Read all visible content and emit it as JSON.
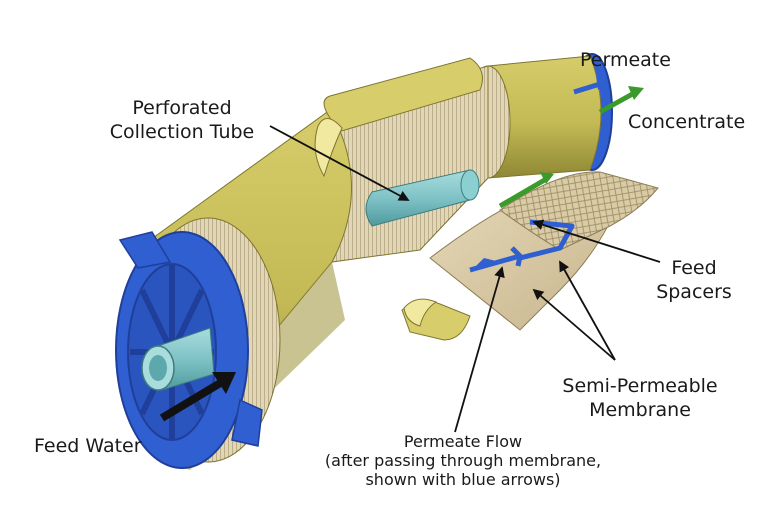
{
  "labels": {
    "permeate": "Permeate",
    "concentrate": "Concentrate",
    "perforated_line1": "Perforated",
    "perforated_line2": "Collection Tube",
    "feed_spacers_line1": "Feed",
    "feed_spacers_line2": "Spacers",
    "membrane_line1": "Semi-Permeable",
    "membrane_line2": "Membrane",
    "feed_water": "Feed Water",
    "permeate_flow": "Permeate Flow",
    "permeate_flow_note_line1": "(after passing through membrane,",
    "permeate_flow_note_line2": "shown with blue arrows)"
  },
  "colors": {
    "shell": "#c9c05a",
    "shell_dark": "#a8a040",
    "cap": "#2f5fd0",
    "cap_dark": "#1f3f9a",
    "tube": "#7fc3c6",
    "membrane": "#d8c8a4",
    "permeate_arrow": "#2f5fd0",
    "concentrate_arrow": "#3a9a2a",
    "feed_arrow": "#111111"
  }
}
